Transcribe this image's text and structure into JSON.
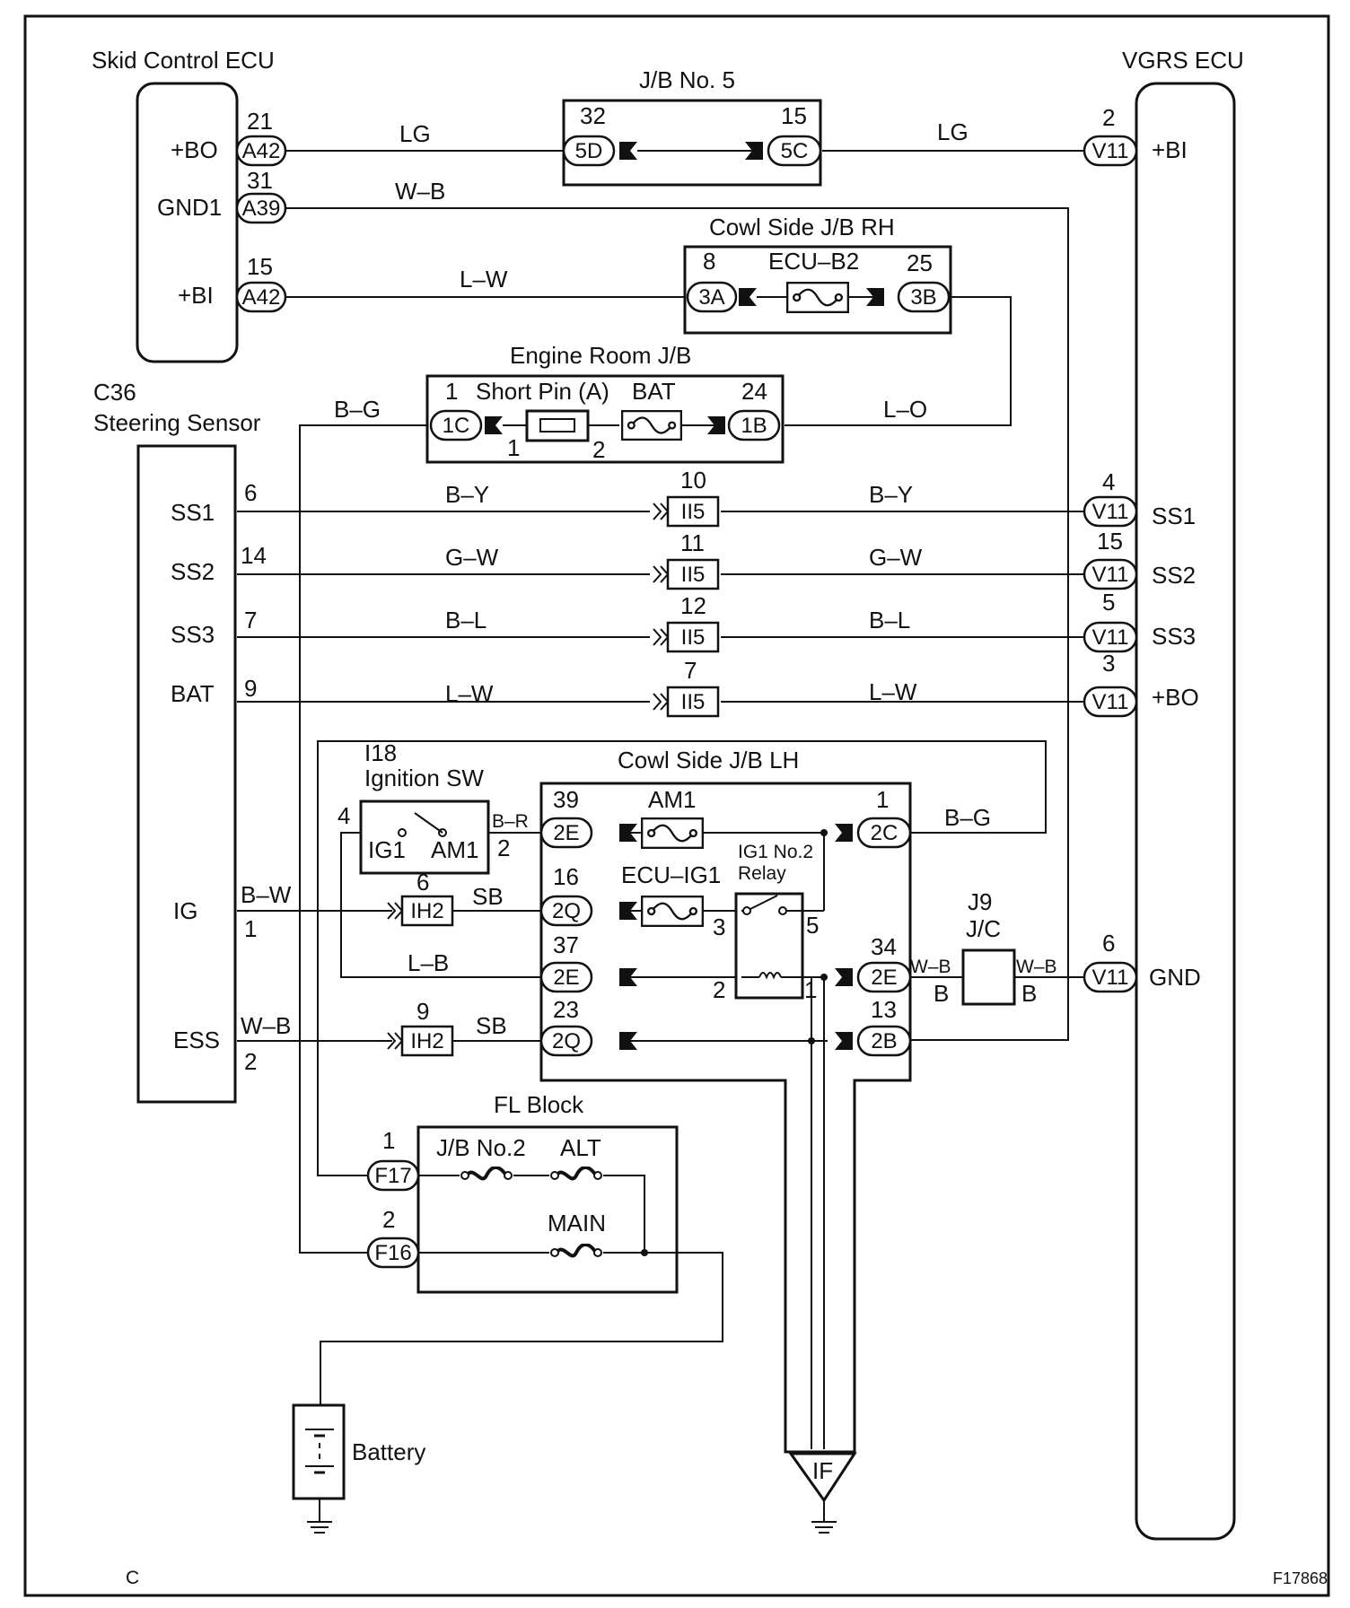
{
  "diagram_id": "F17868",
  "corner_letter": "C",
  "skid_ecu": {
    "title": "Skid Control ECU",
    "pins": [
      {
        "num": "21",
        "conn": "A42",
        "name": "+BO",
        "wire": "LG"
      },
      {
        "num": "31",
        "conn": "A39",
        "name": "GND1",
        "wire": "W–B"
      },
      {
        "num": "15",
        "conn": "A42",
        "name": "+BI",
        "wire": "L–W"
      }
    ]
  },
  "vgrs_ecu": {
    "title": "VGRS ECU",
    "pins": [
      {
        "num": "2",
        "conn": "V11",
        "name": "+BI",
        "wire": "LG"
      },
      {
        "num": "4",
        "conn": "V11",
        "name": "SS1"
      },
      {
        "num": "15",
        "conn": "V11",
        "name": "SS2"
      },
      {
        "num": "5",
        "conn": "V11",
        "name": "SS3"
      },
      {
        "num": "3",
        "conn": "V11",
        "name": "+BO"
      },
      {
        "num": "6",
        "conn": "V11",
        "name": "GND"
      }
    ]
  },
  "jb5": {
    "title": "J/B No. 5",
    "left_num": "32",
    "left_conn": "5D",
    "right_num": "15",
    "right_conn": "5C"
  },
  "cowl_rh": {
    "title": "Cowl Side J/B RH",
    "fuse": "ECU–B2",
    "left_num": "8",
    "left_conn": "3A",
    "right_num": "25",
    "right_conn": "3B"
  },
  "engine_jb": {
    "title": "Engine Room J/B",
    "short_pin": "Short Pin (A)",
    "fuse": "BAT",
    "left_num": "1",
    "left_conn": "1C",
    "right_num": "24",
    "right_conn": "1B",
    "pin_a": "1",
    "pin_b": "2",
    "wire_left": "B–G",
    "wire_right": "L–O"
  },
  "steering_sensor": {
    "code": "C36",
    "title": "Steering Sensor",
    "pins": [
      {
        "name": "SS1",
        "num": "6",
        "wire": "B–Y",
        "ii5": "10"
      },
      {
        "name": "SS2",
        "num": "14",
        "wire": "G–W",
        "ii5": "11"
      },
      {
        "name": "SS3",
        "num": "7",
        "wire": "B–L",
        "ii5": "12"
      },
      {
        "name": "BAT",
        "num": "9",
        "wire": "L–W",
        "ii5": "7"
      }
    ],
    "ig": {
      "name": "IG",
      "num": "1",
      "wire": "B–W"
    },
    "ess": {
      "name": "ESS",
      "num": "2",
      "wire": "W–B"
    },
    "ii5_conn": "II5"
  },
  "ignition_sw": {
    "code": "I18",
    "title": "Ignition SW",
    "ig1": "IG1",
    "am1": "AM1",
    "pin_ig1": "4",
    "pin_am1": "2",
    "wire_out": "B–R"
  },
  "cowl_lh": {
    "title": "Cowl Side J/B LH",
    "am1": "AM1",
    "ecu_ig1": "ECU–IG1",
    "relay_line1": "IG1 No.2",
    "relay_line2": "Relay",
    "r3": "3",
    "r5": "5",
    "r2": "2",
    "r1": "1",
    "c39": "39",
    "c39_conn": "2E",
    "c16": "16",
    "c16_conn": "2Q",
    "c37": "37",
    "c37_conn": "2E",
    "c23": "23",
    "c23_conn": "2Q",
    "c1": "1",
    "c1_conn": "2C",
    "c34": "34",
    "c34_conn": "2E",
    "c13": "13",
    "c13_conn": "2B",
    "wire_bg": "B–G",
    "wire_lb": "L–B",
    "sb": "SB",
    "wb": "W–B",
    "b": "B"
  },
  "ih2": {
    "conn": "IH2",
    "n1": "6",
    "n2": "9"
  },
  "jc": {
    "line1": "J9",
    "line2": "J/C"
  },
  "fl_block": {
    "title": "FL Block",
    "jb2": "J/B No.2",
    "alt": "ALT",
    "main": "MAIN",
    "n1": "1",
    "conn1": "F17",
    "n2": "2",
    "conn2": "F16"
  },
  "battery": {
    "label": "Battery"
  },
  "ground": {
    "label": "IF"
  }
}
